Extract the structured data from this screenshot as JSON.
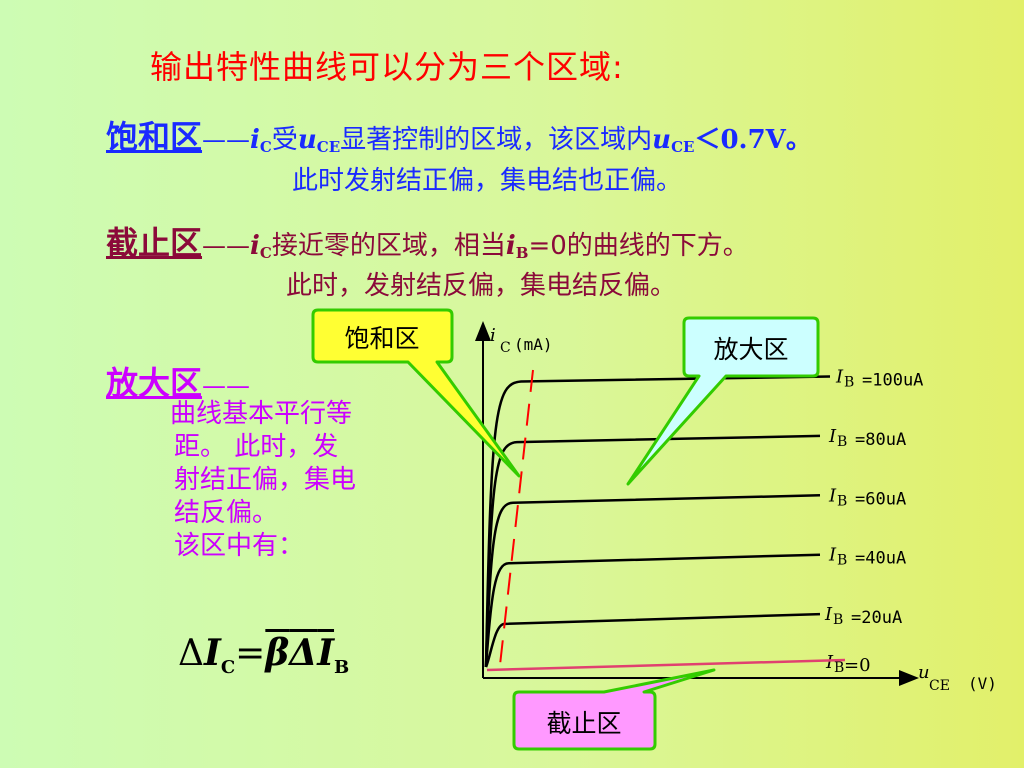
{
  "title": "输出特性曲线可以分为三个区域:",
  "saturation": {
    "heading": "饱和区",
    "dash": "——",
    "i": "i",
    "i_sub": "C",
    "t1": "受",
    "u": "u",
    "u_sub": "CE",
    "t2": "显著控制的区域，该区域内",
    "u2": "u",
    "u2_sub": "CE",
    "t3": "＜0.7V。",
    "line2": "此时发射结正偏，集电结也正偏。"
  },
  "cutoff": {
    "heading": "截止区",
    "dash": "——",
    "i": "i",
    "i_sub": "C",
    "t1": "接近零的区域，相当",
    "i2": "i",
    "i2_sub": "B",
    "t2": "=0的曲线的下方。",
    "line2": "此时，发射结反偏，集电结反偏。"
  },
  "active": {
    "heading": "放大区",
    "dash": "——",
    "lines": [
      "曲线基本平行等",
      "距。 此时，发",
      "射结正偏，集电",
      "结反偏。",
      "该区中有："
    ]
  },
  "formula": {
    "delta1": "Δ",
    "i1": "I",
    "i1_sub": "C",
    "eq": "=",
    "beta": "β",
    "delta2": "Δ",
    "i2": "I",
    "i2_sub": "B"
  },
  "callouts": {
    "saturation": "饱和区",
    "active": "放大区",
    "cutoff": "截止区"
  },
  "chart_data": {
    "type": "line",
    "y_axis": {
      "var": "i",
      "sub": "C",
      "unit": "(mA)"
    },
    "x_axis": {
      "var": "u",
      "sub": "CE",
      "unit": "(V)"
    },
    "series": [
      {
        "name": "=100uA",
        "var": "I",
        "sub": "B",
        "level": 5
      },
      {
        "name": "=80uA",
        "var": "I",
        "sub": "B",
        "level": 4
      },
      {
        "name": "=60uA",
        "var": "I",
        "sub": "B",
        "level": 3
      },
      {
        "name": "=40uA",
        "var": "I",
        "sub": "B",
        "level": 2
      },
      {
        "name": "=20uA",
        "var": "I",
        "sub": "B",
        "level": 1
      },
      {
        "name": "=0",
        "var": "I",
        "sub": "B",
        "level": 0
      }
    ],
    "saturation_boundary": "dashed red line",
    "colors": {
      "curve": "#000000",
      "boundary": "#ff0000",
      "cutoff_line": "#e04070",
      "callout_saturation": "#ffff33",
      "callout_active": "#ccffff",
      "callout_cutoff": "#ff99ff",
      "callout_border": "#33cc00"
    }
  }
}
